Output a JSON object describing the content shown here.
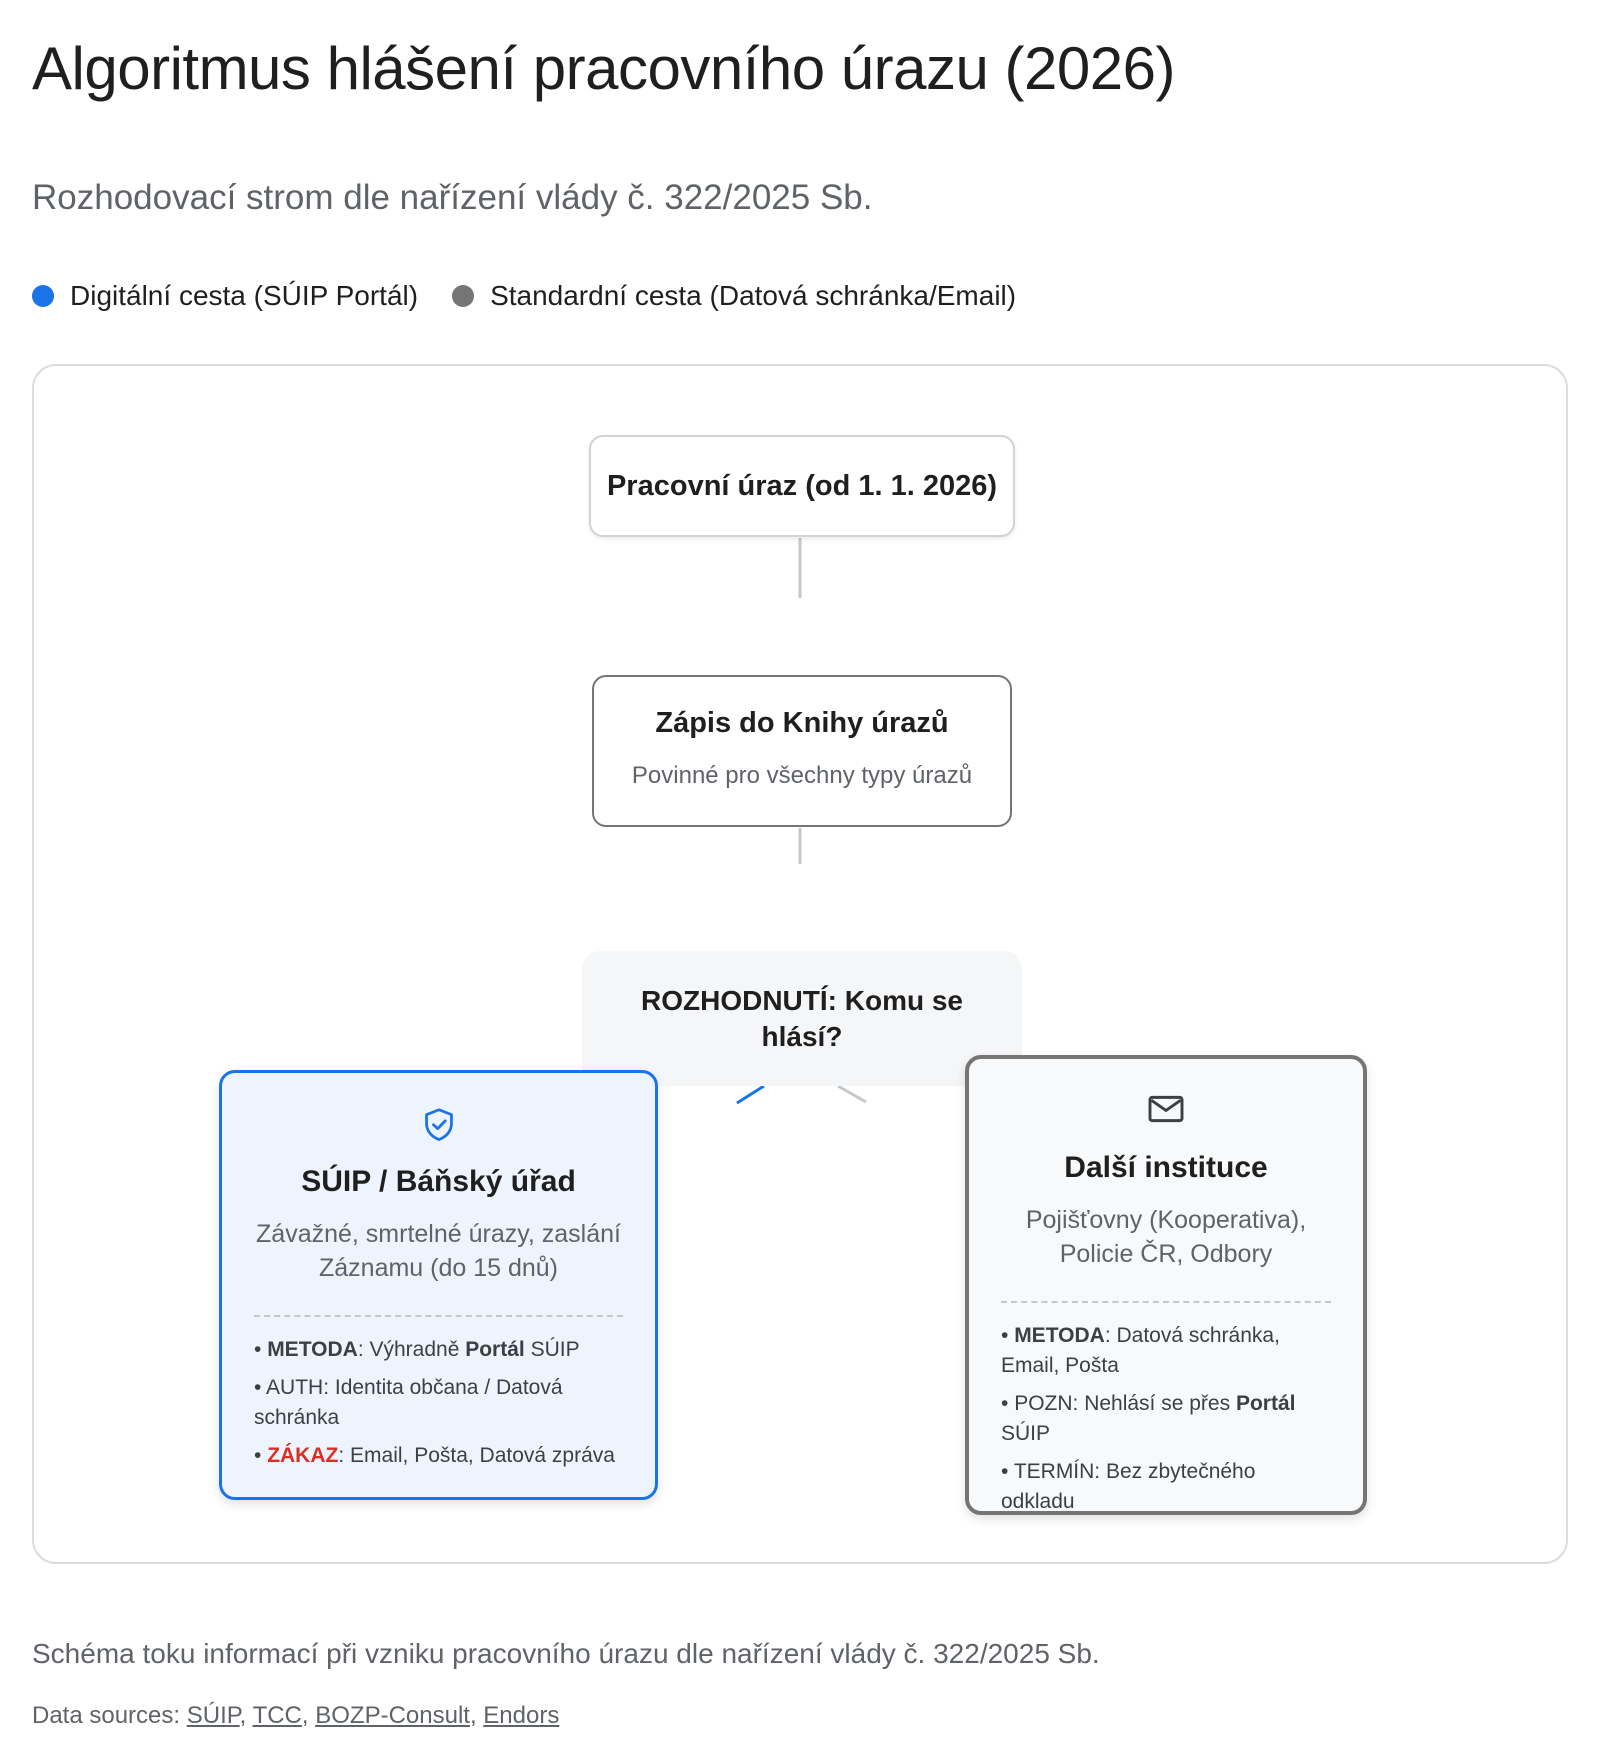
{
  "header": {
    "title": "Algoritmus hlášení pracovního úrazu (2026)",
    "subtitle": "Rozhodovací strom dle nařízení vlády č. 322/2025 Sb."
  },
  "legend": {
    "digital": {
      "label": "Digitální cesta (SÚIP Portál)",
      "color": "#1a73e8"
    },
    "standard": {
      "label": "Standardní cesta (Datová schránka/Email)",
      "color": "#757575"
    }
  },
  "nodes": {
    "start": {
      "title": "Pracovní úraz (od 1. 1. 2026)"
    },
    "book": {
      "title": "Zápis do Knihy úrazů",
      "desc": "Povinné pro všechny typy úrazů"
    },
    "decision": {
      "title": "ROZHODNUTÍ: Komu se hlásí?"
    }
  },
  "cards": {
    "suip": {
      "icon": "shield-check-icon",
      "title": "SÚIP / Báňský úřad",
      "desc": "Závažné, smrtelné úrazy, zaslání Záznamu (do 15 dnů)",
      "method_key": "METODA",
      "method_pre": ": Výhradně ",
      "method_bold": "Portál",
      "method_post": " SÚIP",
      "auth": "AUTH: Identita občana / Datová schránka",
      "forbid_key": "ZÁKAZ",
      "forbid_rest": ": Email, Pošta, Datová zpráva"
    },
    "other": {
      "icon": "mail-icon",
      "title": "Další instituce",
      "desc": "Pojišťovny (Kooperativa), Policie ČR, Odbory",
      "method_key": "METODA",
      "method_rest": ": Datová schránka, Email, Pošta",
      "note_pre": "POZN: Nehlásí se přes ",
      "note_bold": "Portál",
      "note_post": " SÚIP",
      "deadline": "TERMÍN: Bez zbytečného odkladu"
    }
  },
  "footer": {
    "caption": "Schéma toku informací při vzniku pracovního úrazu dle nařízení vlády č. 322/2025 Sb.",
    "sources_label": "Data sources: ",
    "sources": [
      "SÚIP",
      "TCC",
      "BOZP-Consult",
      "Endors"
    ],
    "separator": ", "
  },
  "colors": {
    "digital": "#1a73e8",
    "standard": "#757575",
    "forbid": "#d93025"
  }
}
